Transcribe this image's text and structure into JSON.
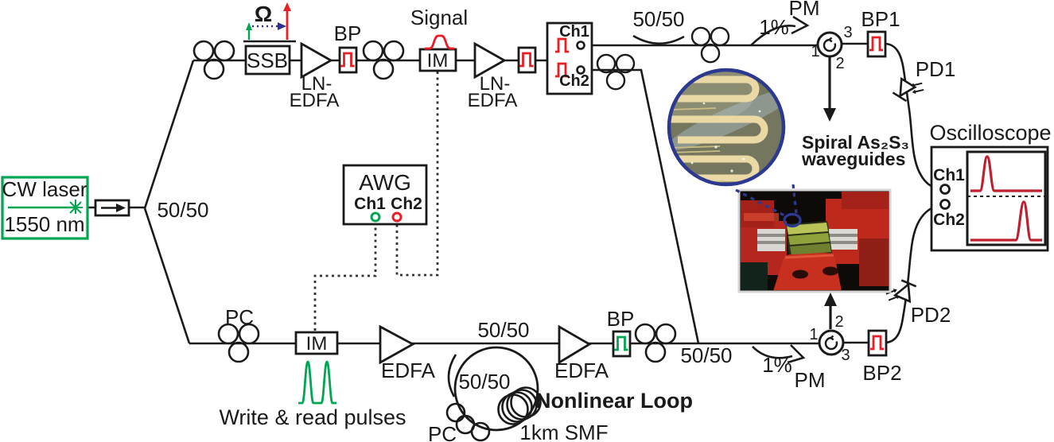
{
  "figure": {
    "source": {
      "name": "CW laser",
      "wavelength": "1550 nm"
    },
    "splitter": "50/50",
    "top_path": {
      "omega": "Ω",
      "ssb": "SSB",
      "amp1_line1": "LN-",
      "amp1_line2": "EDFA",
      "bp": "BP",
      "signal": "Signal",
      "im": "IM",
      "amp2_line1": "LN-",
      "amp2_line2": "EDFA",
      "out_ch1": "Ch1",
      "out_ch2": "Ch2",
      "coupler": "50/50",
      "tap": "1%",
      "pm": "PM",
      "circulator": {
        "p1": "1",
        "p2": "2",
        "p3": "3"
      },
      "bp1": "BP1",
      "pd1": "PD1"
    },
    "awg": {
      "name": "AWG",
      "ch1": "Ch1",
      "ch2": "Ch2"
    },
    "bottom_path": {
      "pc": "PC",
      "im": "IM",
      "pulses_label": "Write & read pulses",
      "edfa1": "EDFA",
      "coupler_in": "50/50",
      "loop": {
        "coupler": "50/50",
        "pc": "PC",
        "fiber": "1km SMF",
        "name": "Nonlinear Loop"
      },
      "edfa2": "EDFA",
      "bp": "BP",
      "coupler_out": "50/50",
      "tap": "1%",
      "pm": "PM",
      "circulator": {
        "p1": "1",
        "p2": "2",
        "p3": "3"
      },
      "bp2": "BP2",
      "pd2": "PD2"
    },
    "chip": {
      "label_line1": "Spiral As₂S₃",
      "label_line2": "waveguides"
    },
    "oscilloscope": {
      "name": "Oscilloscope",
      "ch1": "Ch1",
      "ch2": "Ch2"
    },
    "colors": {
      "green": "#00A651",
      "red": "#EC1C24",
      "trace_red": "#C01F2F",
      "blue": "#2E3192",
      "inset_blue": "#2B3990",
      "purple": "#662D91",
      "lime": "#8DC63F",
      "line_black": "#1a1a1a"
    }
  }
}
